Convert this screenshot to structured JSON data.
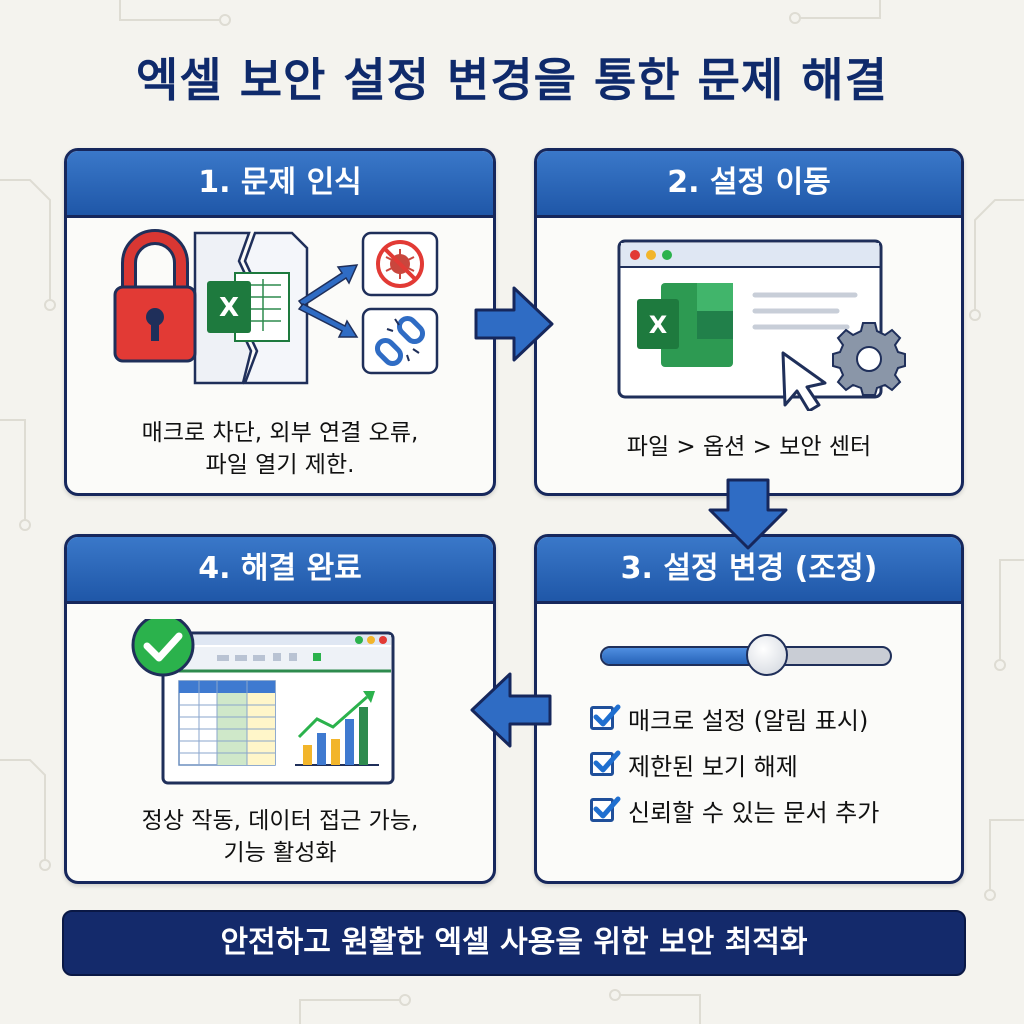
{
  "title": "엑셀 보안 설정 변경을 통한 문제 해결",
  "steps": [
    {
      "header": "1. 문제 인식",
      "text_line1": "매크로 차단, 외부 연결 오류,",
      "text_line2": "파일 열기 제한."
    },
    {
      "header": "2. 설정 이동",
      "text_line1": "파일 > 옵션 > 보안 센터"
    },
    {
      "header": "3. 설정 변경 (조정)",
      "checklist": [
        "매크로 설정 (알림 표시)",
        "제한된 보기 해제",
        "신뢰할 수 있는 문서 추가"
      ]
    },
    {
      "header": "4. 해결 완료",
      "text_line1": "정상 작동, 데이터 접근 가능,",
      "text_line2": "기능 활성화"
    }
  ],
  "icons": {
    "excel_letter": "X"
  },
  "footer": "안전하고 원활한 엑셀 사용을 위한 보안 최적화",
  "colors": {
    "navy": "#16275c",
    "header_blue": "#2a66b8",
    "arrow_blue": "#2f6cc4",
    "lock_red": "#e23a35",
    "excel_green": "#1e7a3e",
    "check_green": "#2bb24c"
  }
}
